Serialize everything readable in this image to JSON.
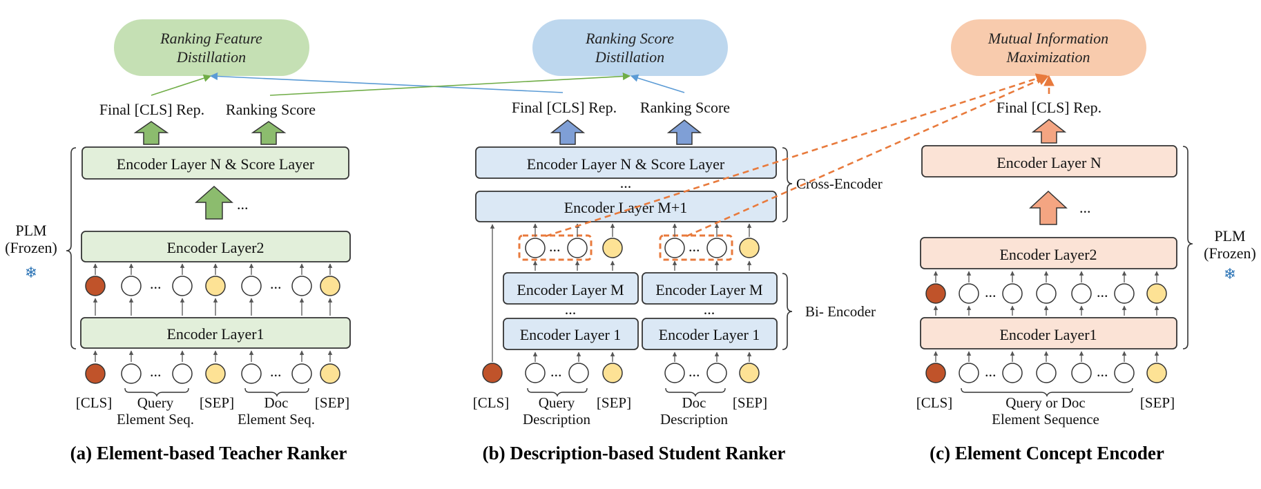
{
  "colors": {
    "green_fill": "#e2efda",
    "green_arrow": "#8cbc6e",
    "green_oval": "#c5e0b4",
    "blue_fill": "#dbe8f5",
    "blue_arrow": "#7f9fd6",
    "blue_oval": "#bdd7ee",
    "orange_fill": "#fbe3d6",
    "orange_arrow": "#f4a582",
    "orange_oval": "#f8cbad",
    "cls_token": "#c0532a",
    "sep_token": "#fde295",
    "dashed": "#e87a3c",
    "green_line": "#70ad47",
    "blue_line": "#5b9bd5"
  },
  "panel_a": {
    "oval": [
      "Ranking Feature",
      "Distillation"
    ],
    "final_cls": "Final [CLS] Rep.",
    "ranking_score": "Ranking Score",
    "layer_top": "Encoder Layer N & Score Layer",
    "layer2": "Encoder Layer2",
    "layer1": "Encoder Layer1",
    "ellipsis": "...",
    "plm": [
      "PLM",
      "(Frozen)"
    ],
    "snowflake": "❄",
    "in_cls": "[CLS]",
    "in_query": [
      "Query",
      "Element Seq."
    ],
    "in_sep1": "[SEP]",
    "in_doc": [
      "Doc",
      "Element Seq."
    ],
    "in_sep2": "[SEP]",
    "caption": "(a) Element-based Teacher Ranker"
  },
  "panel_b": {
    "oval": [
      "Ranking Score",
      "Distillation"
    ],
    "final_cls": "Final [CLS] Rep.",
    "ranking_score": "Ranking Score",
    "layer_top": "Encoder Layer N & Score Layer",
    "layer_m1": "Encoder Layer M+1",
    "layer_m_left": "Encoder Layer M",
    "layer_m_right": "Encoder Layer M",
    "layer_1_left": "Encoder Layer 1",
    "layer_1_right": "Encoder Layer 1",
    "ellipsis": "...",
    "cross_encoder": "Cross-Encoder",
    "bi_encoder": "Bi- Encoder",
    "in_cls": "[CLS]",
    "in_query": [
      "Query",
      "Description"
    ],
    "in_sep1": "[SEP]",
    "in_doc": [
      "Doc",
      "Description"
    ],
    "in_sep2": "[SEP]",
    "caption": "(b) Description-based Student Ranker"
  },
  "panel_c": {
    "oval": [
      "Mutual Information",
      "Maximization"
    ],
    "final_cls": "Final [CLS] Rep.",
    "layer_top": "Encoder Layer N",
    "layer2": "Encoder Layer2",
    "layer1": "Encoder Layer1",
    "ellipsis": "...",
    "plm": [
      "PLM",
      "(Frozen)"
    ],
    "snowflake": "❄",
    "in_cls": "[CLS]",
    "in_seq": [
      "Query or Doc",
      "Element Sequence"
    ],
    "in_sep": "[SEP]",
    "caption": "(c) Element Concept Encoder"
  }
}
